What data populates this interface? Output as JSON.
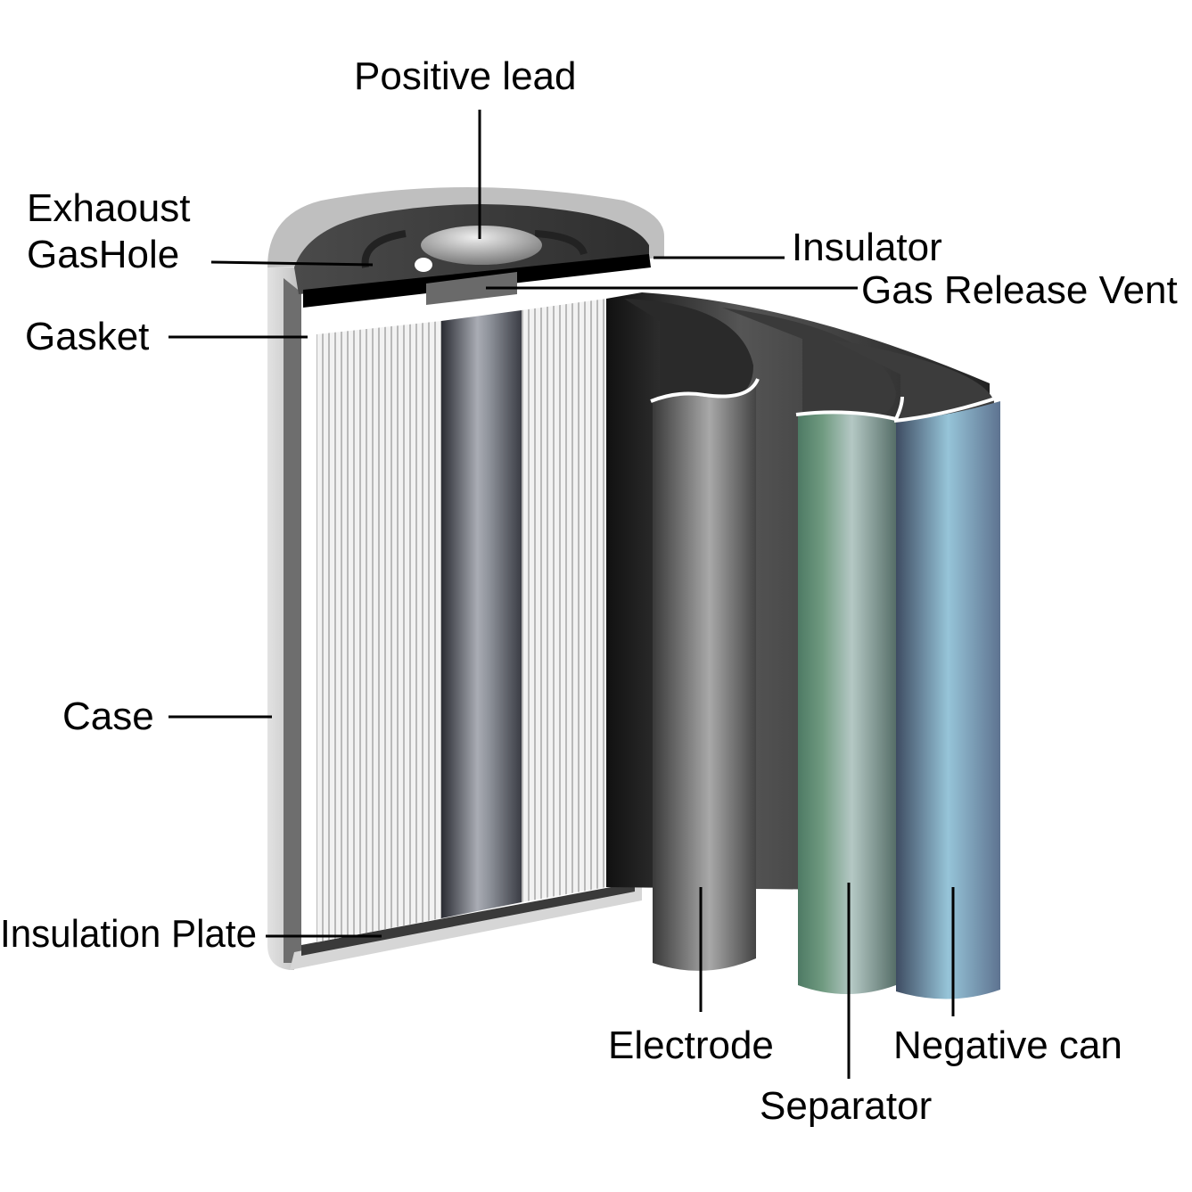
{
  "labels": {
    "positive_lead": "Positive lead",
    "exhaust_gas_hole_line1": "Exhaoust",
    "exhaust_gas_hole_line2": "GasHole",
    "insulator": "Insulator",
    "gas_release_vent": "Gas Release Vent",
    "gasket": "Gasket",
    "case": "Case",
    "insulation_plate": "Insulation Plate",
    "electrode": "Electrode",
    "separator": "Separator",
    "negative_can": "Negative can"
  },
  "colors": {
    "case_light": "#cfcfcf",
    "case_dark": "#6e6e6e",
    "roll_stripe": "#e6e6e6",
    "electrode_sheet": "#5a5a5a",
    "separator_sheet": "#5f8a78",
    "negative_can_sheet": "#8fb6cc"
  }
}
